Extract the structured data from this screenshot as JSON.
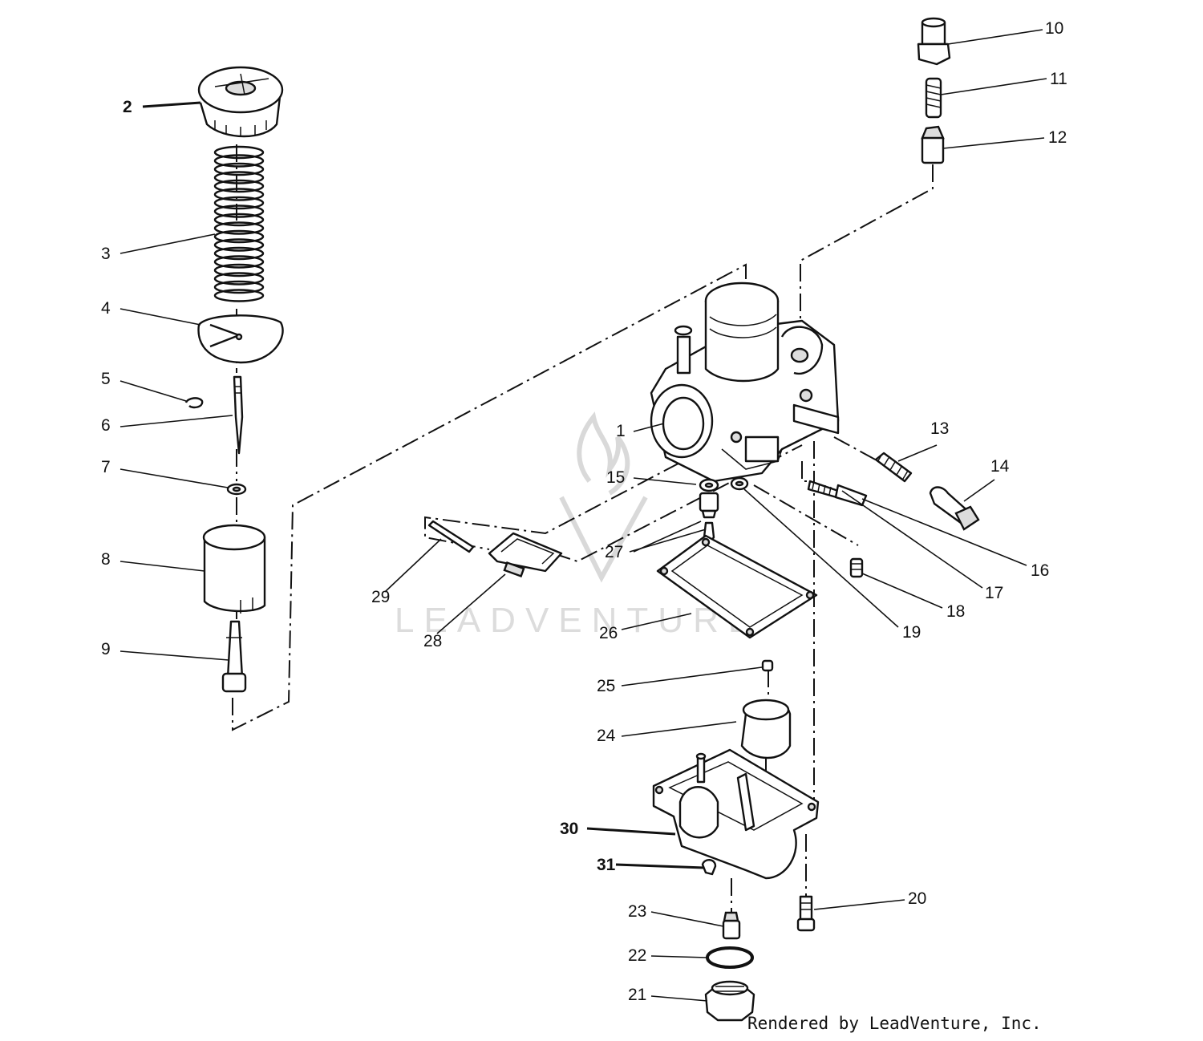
{
  "diagram": {
    "callouts": [
      "1",
      "2",
      "3",
      "4",
      "5",
      "6",
      "7",
      "8",
      "9",
      "10",
      "11",
      "12",
      "13",
      "14",
      "15",
      "16",
      "17",
      "18",
      "19",
      "20",
      "21",
      "22",
      "23",
      "24",
      "25",
      "26",
      "27",
      "28",
      "29",
      "30",
      "31"
    ],
    "watermark": "LEADVENTURE",
    "credit": "Rendered by LeadVenture, Inc."
  }
}
